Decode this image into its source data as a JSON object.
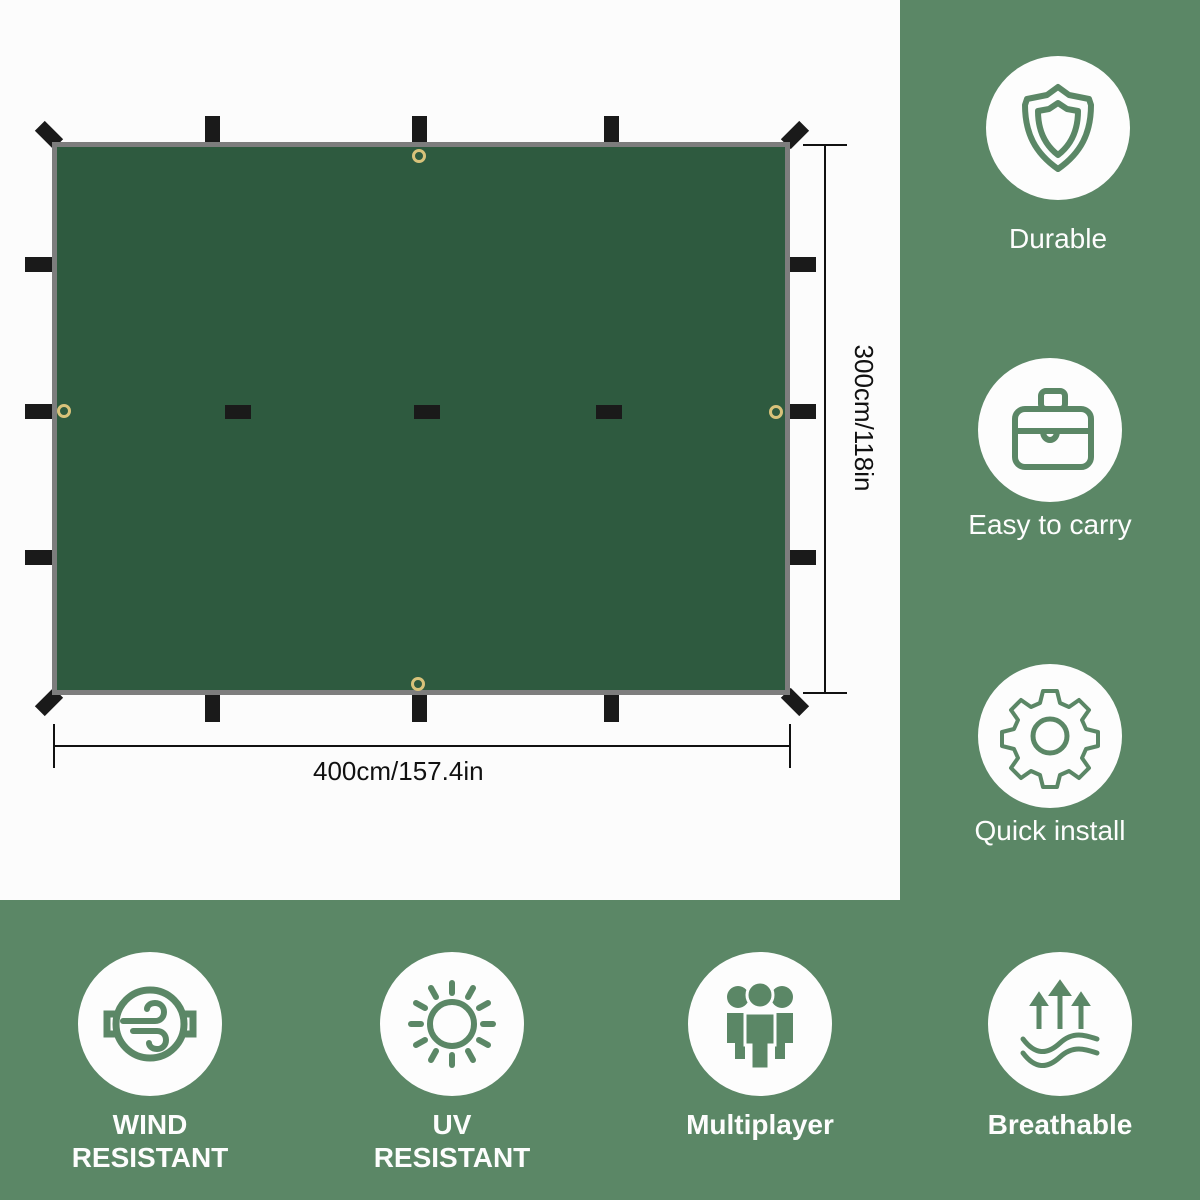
{
  "diagram": {
    "product": "tarp",
    "width_label": "400cm/157.4in",
    "height_label": "300cm/118in",
    "colors": {
      "tarp": "#2e5a3f",
      "tarp_border": "#7d7d7d",
      "strap": "#1a1a1a",
      "grommet": "#d8c27a",
      "panel": "#5b8766"
    }
  },
  "features_right": [
    {
      "label": "Durable",
      "icon": "shield-icon"
    },
    {
      "label": "Easy to carry",
      "icon": "briefcase-icon"
    },
    {
      "label": "Quick install",
      "icon": "gear-icon"
    }
  ],
  "features_bottom": [
    {
      "label_line1": "WIND",
      "label_line2": "RESISTANT",
      "icon": "wind-icon"
    },
    {
      "label_line1": "UV",
      "label_line2": "RESISTANT",
      "icon": "sun-icon"
    },
    {
      "label_line1": "Multiplayer",
      "label_line2": "",
      "icon": "people-icon"
    },
    {
      "label_line1": "Breathable",
      "label_line2": "",
      "icon": "breathable-arrows-icon"
    }
  ]
}
